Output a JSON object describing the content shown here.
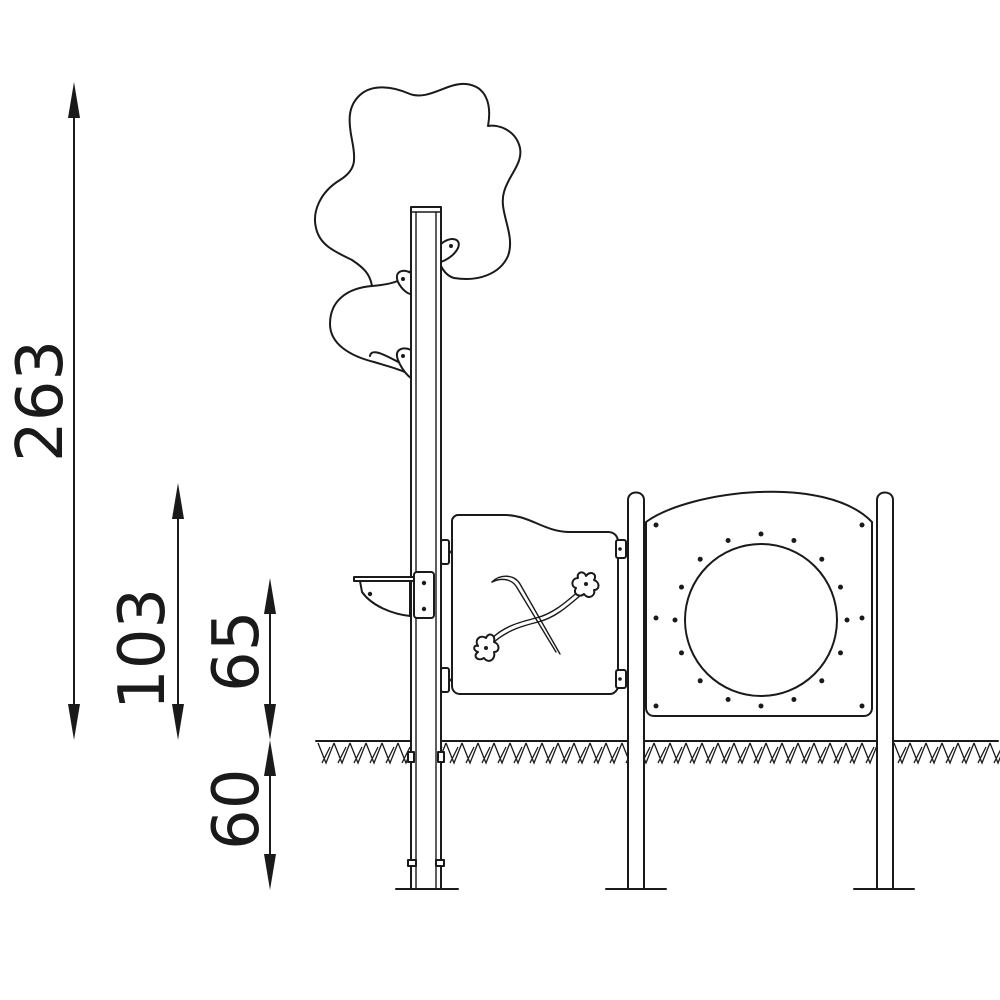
{
  "dimensions": {
    "total_height": "263",
    "panel_top_height": "103",
    "panel_bottom_height": "65",
    "foundation_depth": "60"
  }
}
